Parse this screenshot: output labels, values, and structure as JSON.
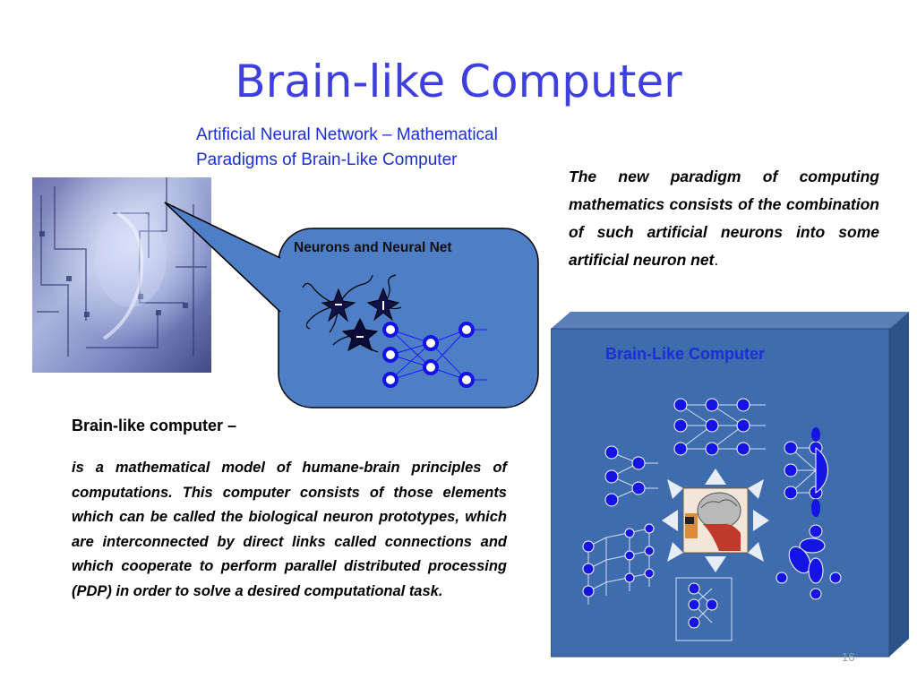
{
  "slide": {
    "title": "Brain-like Computer",
    "subtitle_line1": "Artificial Neural Network – Mathematical",
    "subtitle_line2": "Paradigms of  Brain-Like Computer",
    "callout_label": "Neurons and Neural Net",
    "right_paragraph": "The new paradigm of computing mathematics consists of the combination  of such artificial neurons into some artificial neuron net",
    "right_paragraph_end": ".",
    "definition_heading": "Brain-like computer –",
    "definition_body": "is a mathematical model of humane-brain principles of computations. This computer consists of those  elements which  can be called the biological neuron prototypes, which are interconnected by direct links called connections and which cooperate to perform parallel distributed processing (PDP) in order to solve a desired computational task.",
    "box_label": "Brain-Like Computer",
    "page_number": "16"
  },
  "icons": {
    "photo": "circuit-face-photo",
    "neurons": "neuron-cells-icon",
    "net": "neural-net-icon",
    "brain": "brain-scan-icon"
  },
  "colors": {
    "title": "#3f3fe0",
    "subtitle": "#1a2fd6",
    "callout_fill": "#4e7fc6",
    "box_fill": "#3e6cac",
    "node_fill": "#1414e6"
  }
}
